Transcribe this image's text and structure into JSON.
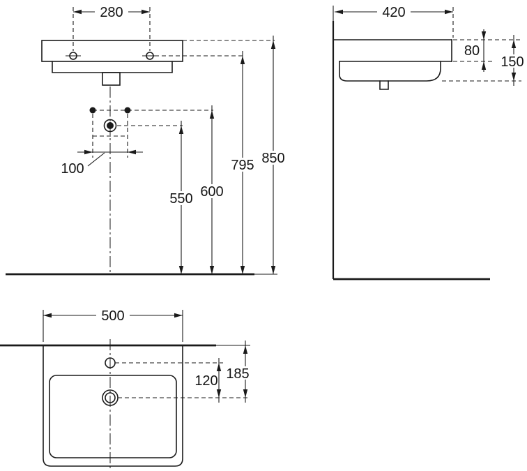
{
  "front_view": {
    "hole_spacing": "280",
    "faucet_spacing": "100",
    "drain_height": "550",
    "faucet_height": "600",
    "hole_height": "795",
    "rim_height": "850"
  },
  "side_view": {
    "depth": "420",
    "apron_thickness": "80",
    "basin_depth": "150"
  },
  "top_view": {
    "width": "500",
    "faucet_to_drain": "120",
    "wall_to_drain": "185"
  },
  "style": {
    "line_color": "#1a1a1a",
    "background": "#ffffff"
  }
}
